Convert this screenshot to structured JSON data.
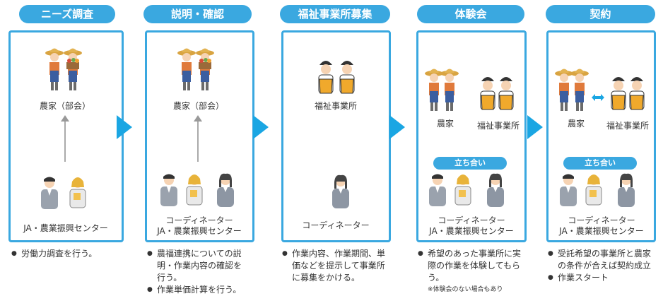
{
  "steps": [
    {
      "title": "ニーズ調査",
      "bullets": [
        "労働力調査を行う。"
      ]
    },
    {
      "title": "説明・確認",
      "bullets": [
        "農福連携についての説明・作業内容の確認を行う。",
        "作業単価計算を行う。"
      ]
    },
    {
      "title": "福祉事業所募集",
      "bullets": [
        "作業内容、作業期間、単価などを提示して事業所に募集をかける。"
      ]
    },
    {
      "title": "体験会",
      "bullets": [
        "希望のあった事業所に実際の作業を体験してもらう。"
      ],
      "note": "※体験会のない場合もあり"
    },
    {
      "title": "契約",
      "bullets": [
        "受託希望の事業所と農家の条件が合えば契約成立",
        "作業スタート"
      ]
    }
  ],
  "labels": {
    "farmer_group": "農家（部会）",
    "ja_center": "JA・農業振興センター",
    "coordinator": "コーディネーター",
    "welfare_office": "福祉事業所",
    "farmer": "農家",
    "tachiai": "立ち合い"
  }
}
